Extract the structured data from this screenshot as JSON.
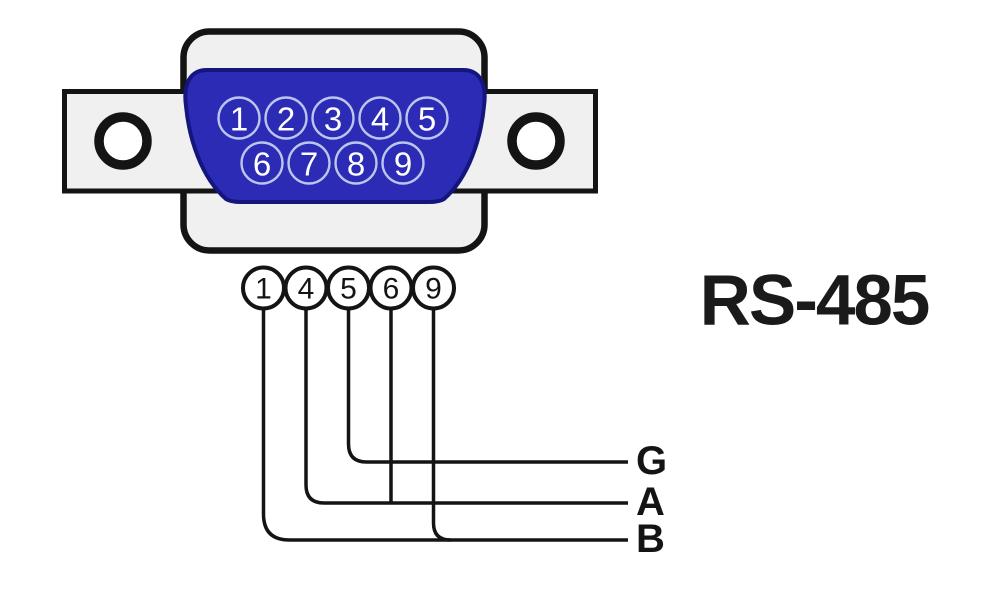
{
  "title": "RS-485",
  "colors": {
    "background": "#ffffff",
    "connector_fill": "#f0f0f0",
    "outline": "#141414",
    "dsub_fill": "#2b2bb5",
    "dsub_outline": "#15157e",
    "pin_ring": "#bcc5ee",
    "pin_number": "#ffffff"
  },
  "connector": {
    "pins_top": [
      "1",
      "2",
      "3",
      "4",
      "5"
    ],
    "pins_bottom": [
      "6",
      "7",
      "8",
      "9"
    ]
  },
  "breakout": {
    "pins": [
      "1",
      "4",
      "5",
      "6",
      "9"
    ]
  },
  "signals": [
    {
      "label": "G",
      "connected_pins": [
        "5"
      ]
    },
    {
      "label": "A",
      "connected_pins": [
        "4",
        "6"
      ]
    },
    {
      "label": "B",
      "connected_pins": [
        "1",
        "9"
      ]
    }
  ]
}
